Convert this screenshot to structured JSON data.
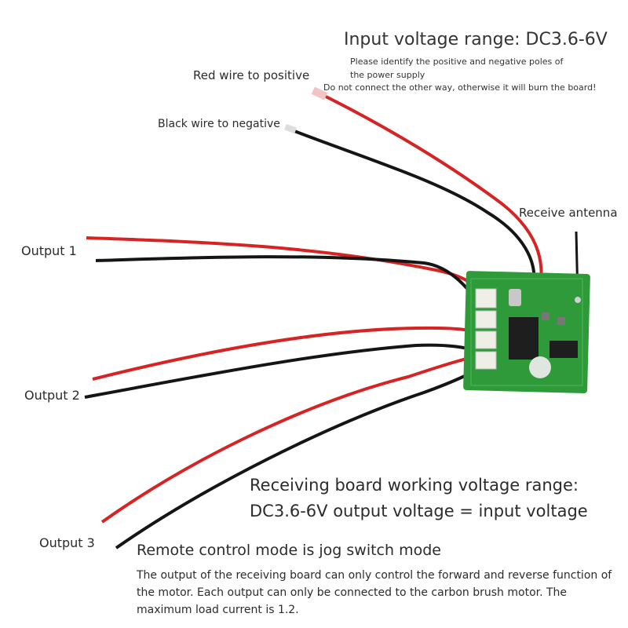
{
  "input": {
    "title": "Input voltage range: DC3.6-6V",
    "polarity_note": "Please identify the positive and negative poles of the power supply",
    "warning": "Do not connect the other way, otherwise it will burn the board!"
  },
  "wires": {
    "red_label": "Red wire to positive",
    "black_label": "Black wire to negative",
    "antenna_label": "Receive antenna"
  },
  "outputs": [
    "Output 1",
    "Output 2",
    "Output 3"
  ],
  "working": {
    "line1": "Receiving board working voltage range:",
    "line2": "DC3.6-6V output voltage = input voltage"
  },
  "mode": {
    "title": "Remote control mode is jog switch mode",
    "description": "The output of the receiving board can only control the forward and reverse function of the motor. Each output can only be connected to the carbon brush motor. The maximum load current is 1.2."
  },
  "colors": {
    "pcb": "#2f9a3a",
    "red_wire": "#d62424",
    "black_wire": "#151515"
  }
}
